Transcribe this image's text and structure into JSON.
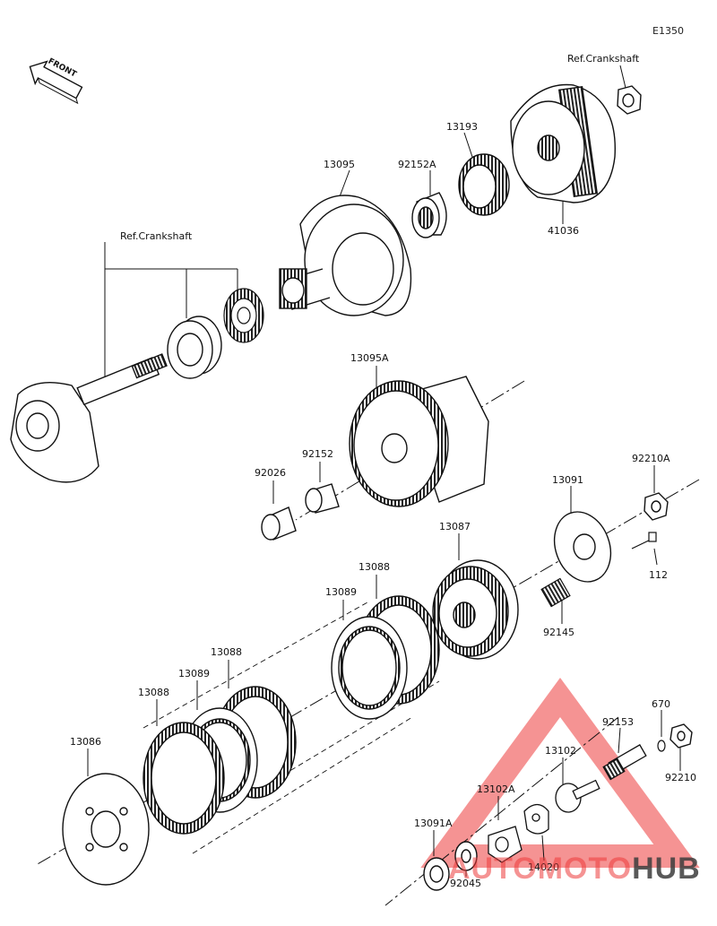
{
  "diagram_code": "E1350",
  "front_label": "FRONT",
  "parts": {
    "ref_crankshaft_top": "Ref.Crankshaft",
    "ref_crankshaft_left": "Ref.Crankshaft",
    "p13095": "13095",
    "p92152A": "92152A",
    "p13193": "13193",
    "p41036": "41036",
    "p13095A": "13095A",
    "p92152": "92152",
    "p92026": "92026",
    "p92210A": "92210A",
    "p13091": "13091",
    "p112": "112",
    "p13087": "13087",
    "p92145": "92145",
    "p13088_mid": "13088",
    "p13089_mid": "13089",
    "p13088_a": "13088",
    "p13089_b": "13089",
    "p13088_c": "13088",
    "p13086": "13086",
    "p670": "670",
    "p92153": "92153",
    "p92210": "92210",
    "p13102": "13102",
    "p13102A": "13102A",
    "p14020": "14020",
    "p13091A": "13091A",
    "p92045": "92045"
  },
  "watermark": {
    "part1": "AUTOMOTO",
    "part2": "HUB",
    "accent_color": "#ec3a3a"
  }
}
